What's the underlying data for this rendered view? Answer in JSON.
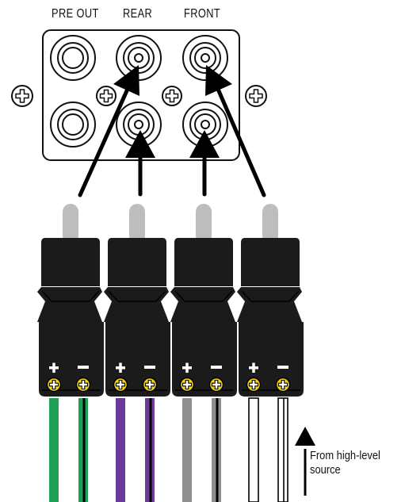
{
  "panel": {
    "labels": {
      "pre_out": "PRE OUT",
      "rear": "REAR",
      "front": "FRONT"
    }
  },
  "source_note": {
    "text": "From high-level\nsource"
  },
  "terminal_signs": [
    "+",
    "−",
    "+",
    "−",
    "+",
    "−",
    "+",
    "−"
  ],
  "colors": {
    "connector_body": "#1b1b1b",
    "rca_tip": "#bdbdbd",
    "screw": "#f2d21a",
    "wires": {
      "pair1": "#1ea157",
      "pair2": "#6b3a9a",
      "pair3": "#8f8f8f",
      "pair4": "#ffffff"
    }
  },
  "icons": {
    "panel_screw": "phillips-screw-icon",
    "terminal_screw": "terminal-screw-icon",
    "arrow": "arrow-up-icon"
  }
}
